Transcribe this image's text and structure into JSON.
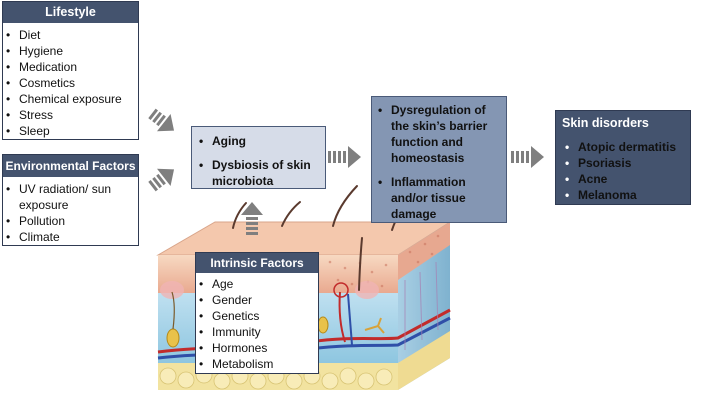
{
  "lifestyle": {
    "title": "Lifestyle",
    "items": [
      "Diet",
      "Hygiene",
      "Medication",
      "Cosmetics",
      "Chemical exposure",
      "Stress",
      "Sleep"
    ]
  },
  "environmental": {
    "title": "Environmental Factors",
    "items": [
      "UV radiation/ sun exposure",
      "Pollution",
      "Climate"
    ]
  },
  "central": {
    "items": [
      "Aging",
      "Dysbiosis of skin microbiota"
    ]
  },
  "dysregulation": {
    "items": [
      "Dysregulation of the skin’s barrier function and homeostasis",
      "Inflammation and/or tissue damage"
    ]
  },
  "skin_disorders": {
    "title": "Skin disorders",
    "items": [
      "Atopic dermatitis",
      "Psoriasis",
      "Acne",
      "Melanoma"
    ]
  },
  "intrinsic": {
    "title": "Intrinsic Factors",
    "items": [
      "Age",
      "Gender",
      "Genetics",
      "Immunity",
      "Hormones",
      "Metabolism"
    ]
  }
}
